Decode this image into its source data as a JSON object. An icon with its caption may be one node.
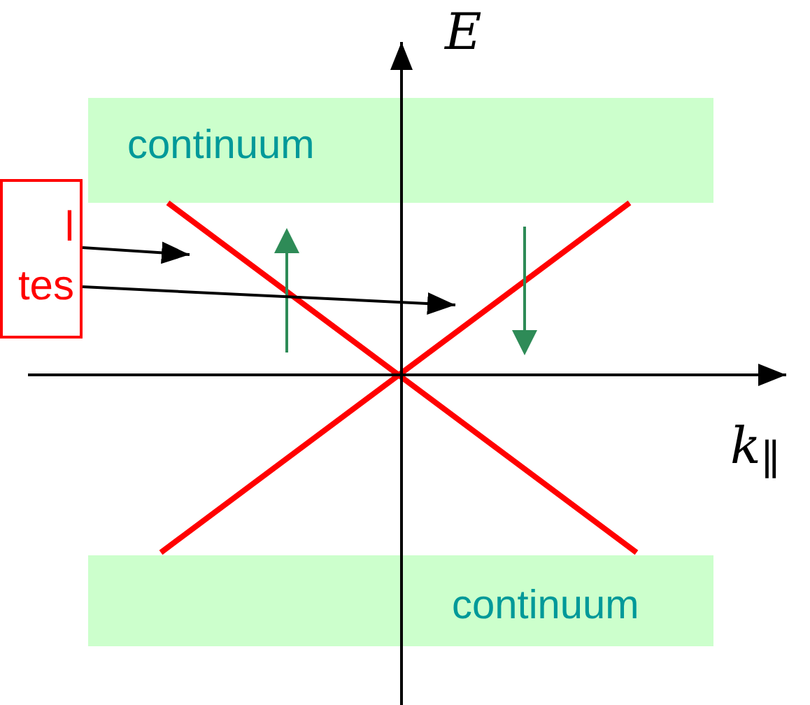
{
  "diagram": {
    "nodes": [
      {
        "text": [
          "continuum"
        ]
      },
      {
        "text": [
          "continuum"
        ]
      },
      {
        "text": [
          "l tes"
        ]
      },
      {
        "text": [],
        "shape": "line"
      },
      {
        "text": [],
        "shape": "line"
      }
    ],
    "edges": [
      {
        "from": 2,
        "to": 3,
        "arrow": "to"
      },
      {
        "from": 2,
        "to": 4,
        "arrow": "to"
      }
    ],
    "labels": [
      "E",
      "k$_{∥}$"
    ]
  }
}
